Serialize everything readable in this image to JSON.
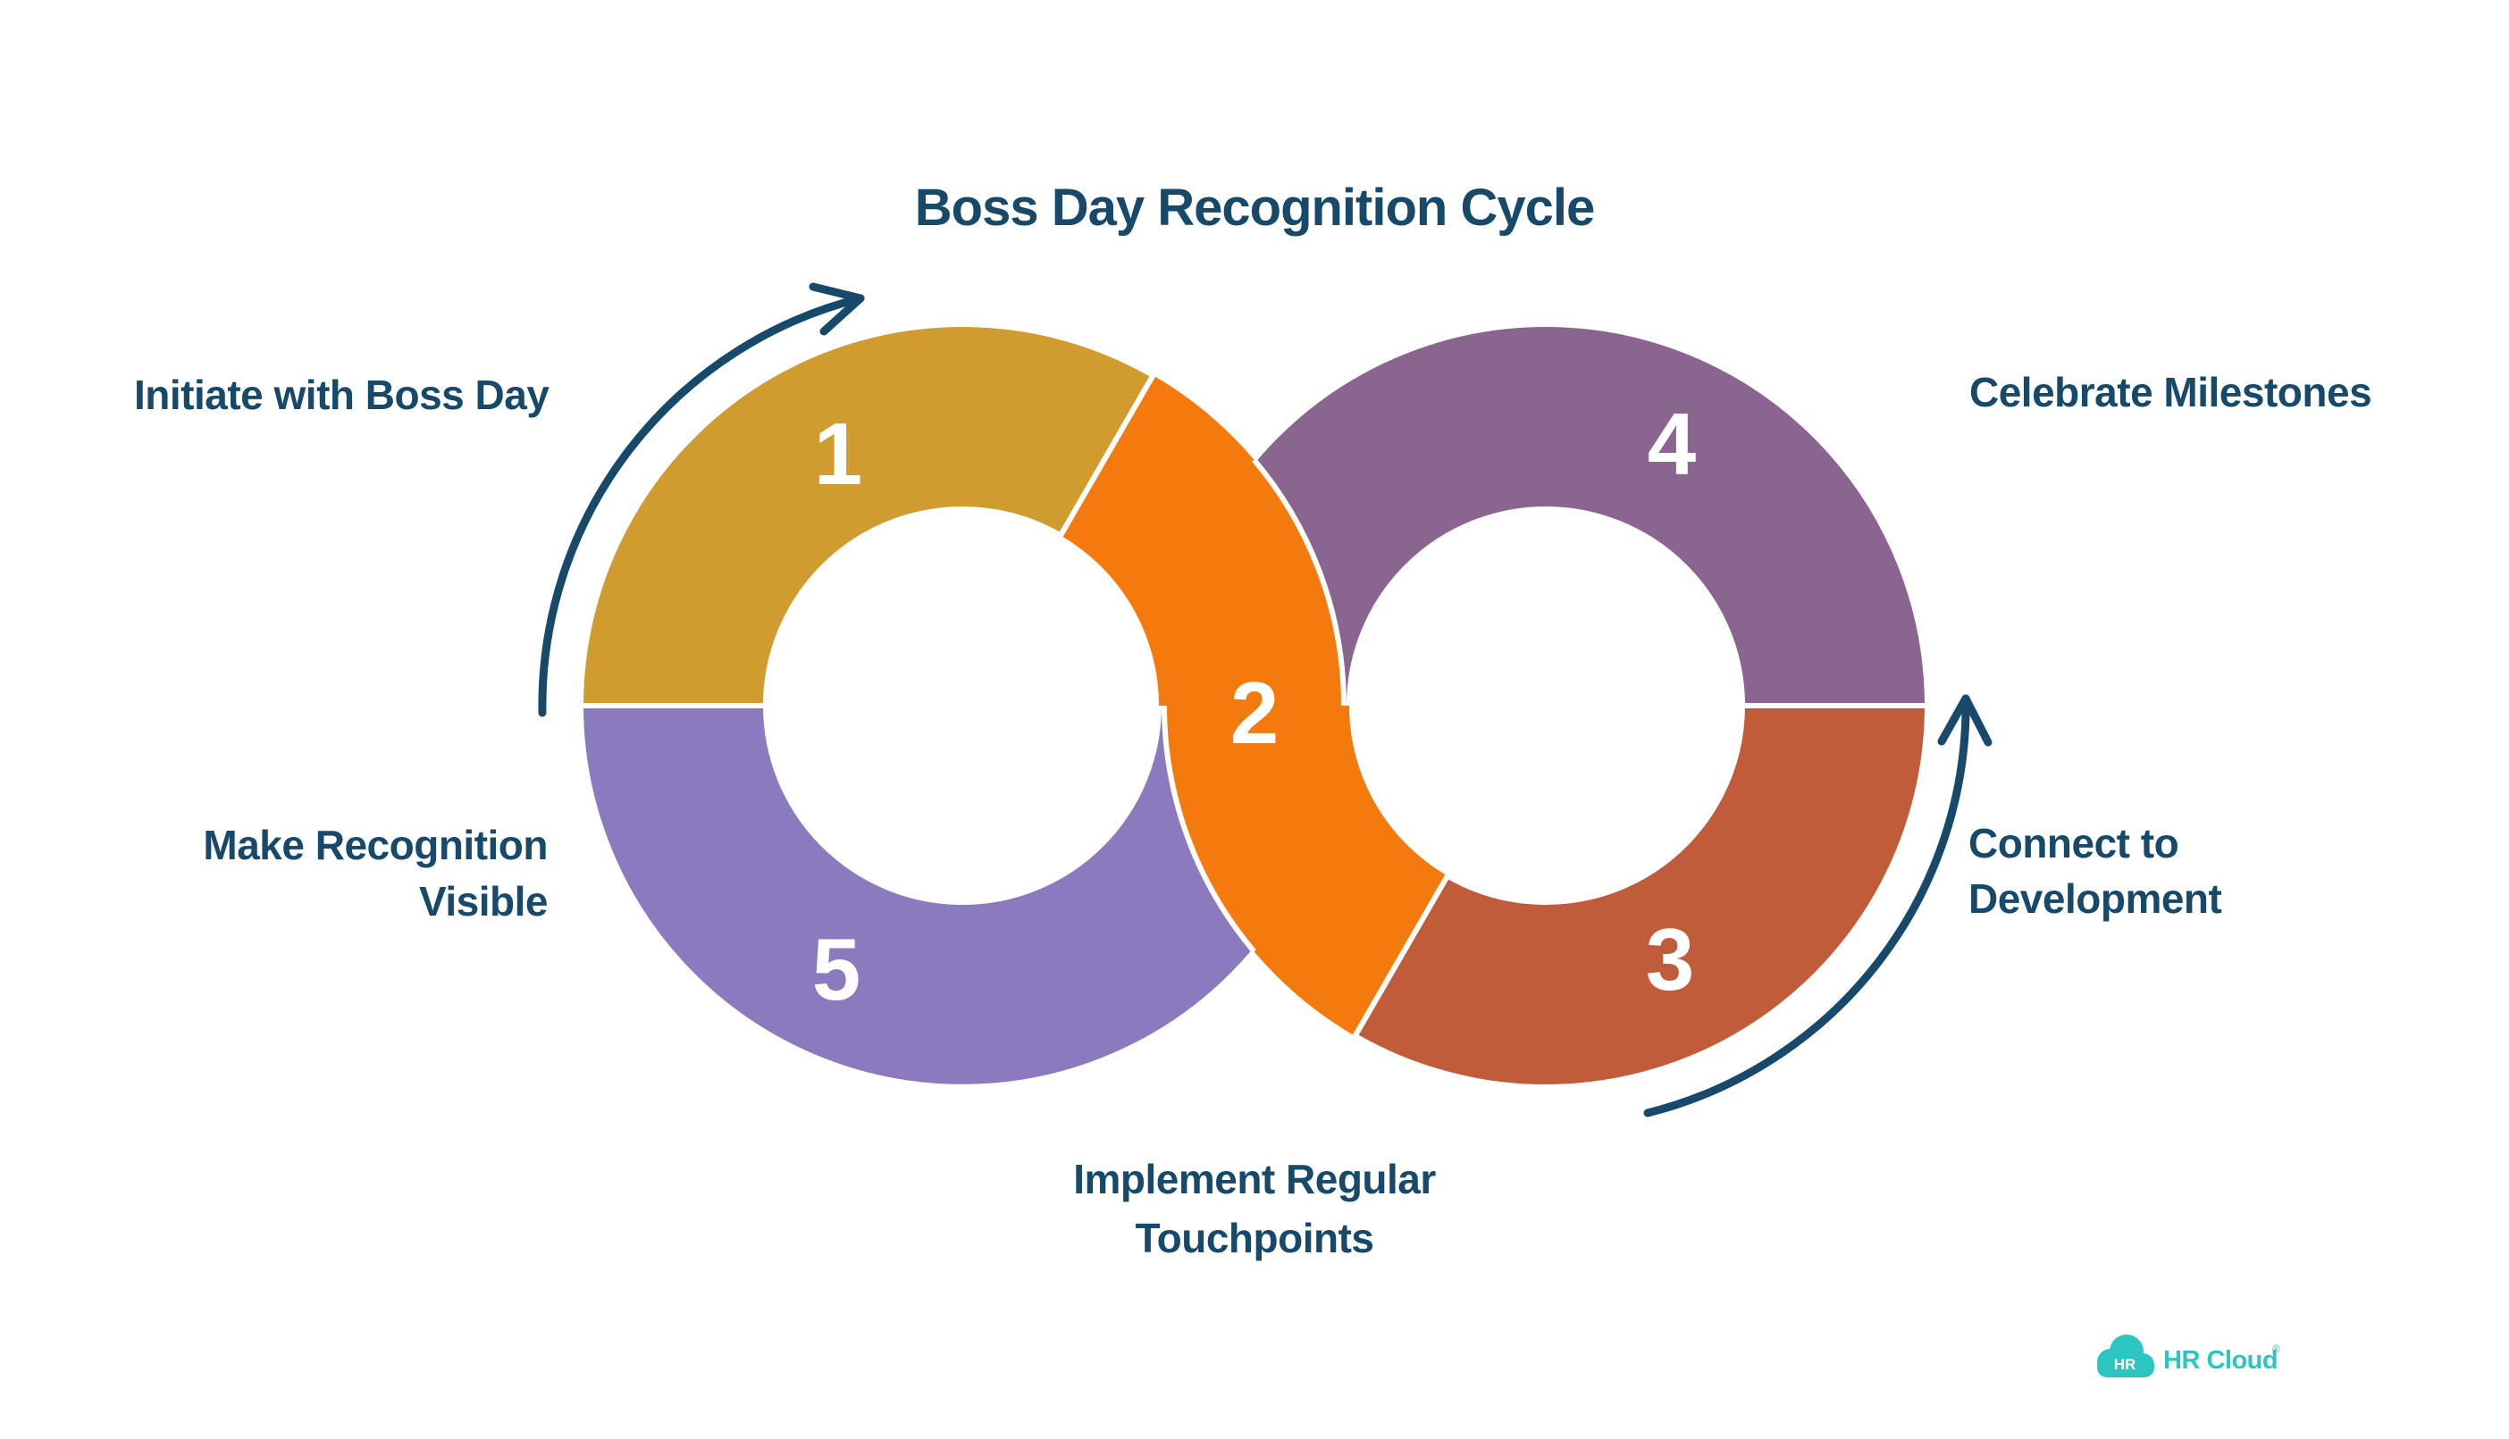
{
  "title": "Boss Day Recognition Cycle",
  "colors": {
    "navy": "#17496B",
    "separator": "#FFFFFF"
  },
  "steps": [
    {
      "number": "1",
      "label": "Initiate with Boss Day",
      "label_lines": [
        "Initiate with Boss Day"
      ],
      "color": "#D09C2F"
    },
    {
      "number": "2",
      "label": "Implement Regular Touchpoints",
      "label_lines": [
        "Implement Regular",
        "Touchpoints"
      ],
      "color": "#F57A0E"
    },
    {
      "number": "3",
      "label": "Connect to Development",
      "label_lines": [
        "Connect to",
        "Development"
      ],
      "color": "#C15C3A"
    },
    {
      "number": "4",
      "label": "Celebrate Milestones",
      "label_lines": [
        "Celebrate Milestones"
      ],
      "color": "#8A6590"
    },
    {
      "number": "5",
      "label": "Make Recognition Visible",
      "label_lines": [
        "Make Recognition",
        "Visible"
      ],
      "color": "#8B7BBE"
    }
  ],
  "brand": {
    "cloud_monogram": "HR",
    "wordmark": "HR Cloud",
    "reg_mark": "®",
    "color": "#2BC5C2"
  }
}
